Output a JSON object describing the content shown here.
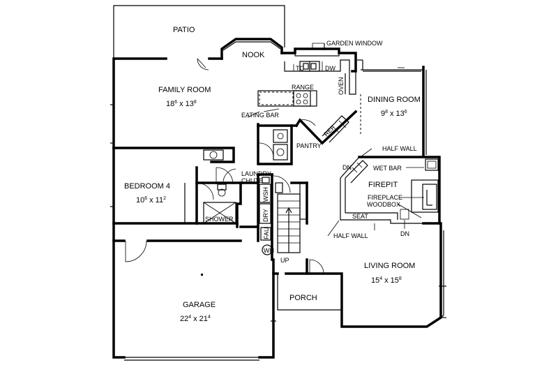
{
  "rooms": {
    "patio": "PATIO",
    "nook": "NOOK",
    "garden_window": "GARDEN WINDOW",
    "family_room": "FAMILY ROOM",
    "family_dim_a": "18",
    "family_dim_a_sup": "6",
    "family_dim_b": "13",
    "family_dim_b_sup": "8",
    "range": "RANGE",
    "eating_bar": "EATING BAR",
    "tc": "TC",
    "dw": "DW",
    "oven": "OVEN",
    "dining_room": "DINING ROOM",
    "dining_dim_a": "9",
    "dining_dim_a_sup": "8",
    "dining_dim_b": "13",
    "dining_dim_b_sup": "6",
    "ref": "REF",
    "pantry": "PANTRY",
    "half_wall_top": "HALF WALL",
    "dn_left": "DN",
    "wet_bar": "WET BAR",
    "firepit": "FIREPIT",
    "fireplace": "FIREPLACE",
    "woodbox": "WOODBOX",
    "seat": "SEAT",
    "half_wall_bottom": "HALF WALL",
    "dn_right": "DN",
    "laundry": "LAUNDRY",
    "chute": "CHUTE",
    "bedroom_4": "BEDROOM 4",
    "bedroom_dim_a": "10",
    "bedroom_dim_a_sup": "6",
    "bedroom_dim_b": "11",
    "bedroom_dim_b_sup": "2",
    "shower": "SHOWER",
    "wsh": "WSH",
    "dry": "DRY",
    "fau": "FAU",
    "wh": "WH",
    "up": "UP",
    "living_room": "LIVING ROOM",
    "living_dim_a": "15",
    "living_dim_a_sup": "4",
    "living_dim_b": "15",
    "living_dim_b_sup": "8",
    "porch": "PORCH",
    "garage": "GARAGE",
    "garage_dim_a": "22",
    "garage_dim_a_sup": "4",
    "garage_dim_b": "21",
    "garage_dim_b_sup": "4",
    "dim_sep": "x"
  }
}
